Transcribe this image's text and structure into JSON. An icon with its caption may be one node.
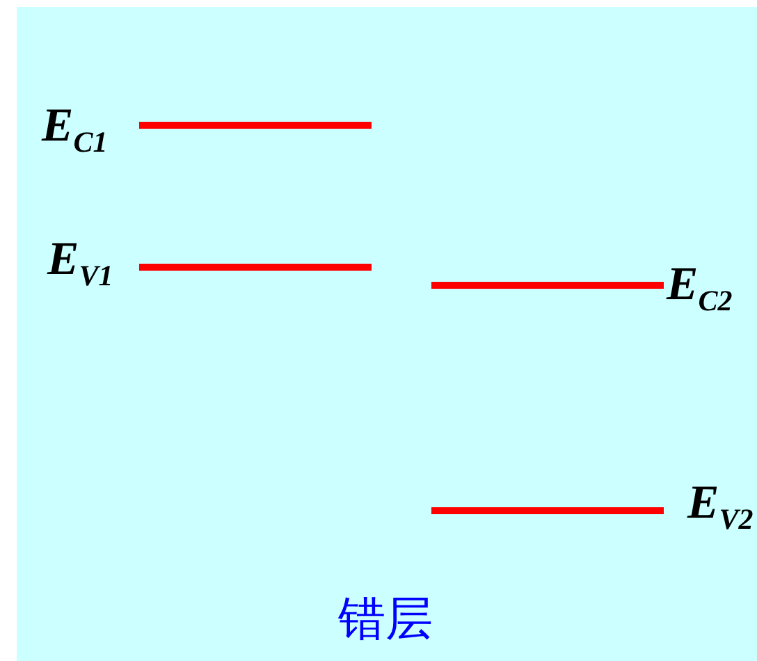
{
  "diagram": {
    "caption": "错层",
    "labels": [
      "E$_{C1}$",
      "E$_{V1}$",
      "E$_{C2}$",
      "E$_{V2}$"
    ]
  }
}
